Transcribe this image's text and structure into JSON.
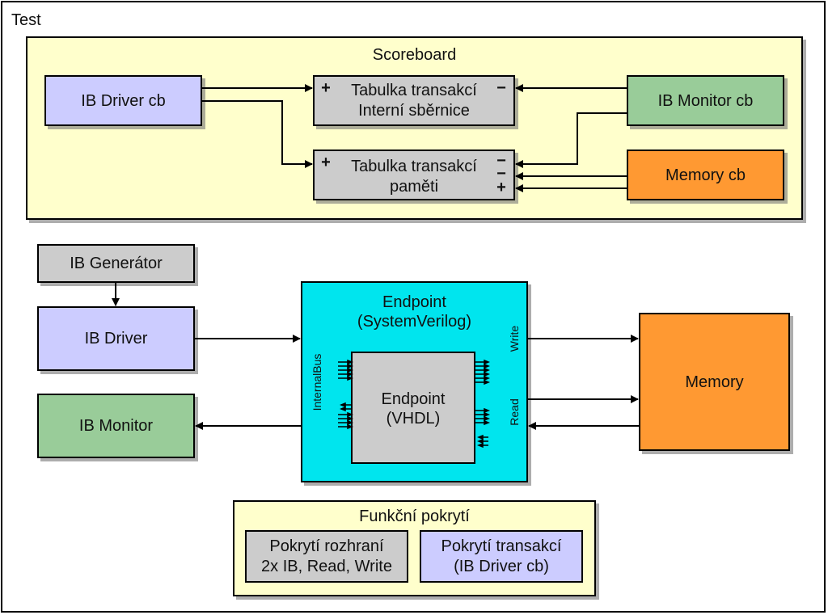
{
  "test_frame": {
    "label": "Test"
  },
  "scoreboard": {
    "title": "Scoreboard",
    "ib_driver_cb": "IB Driver cb",
    "table_bus": {
      "line1": "Tabulka transakcí",
      "line2": "Interní sběrnice",
      "plus": "+",
      "minus": "−"
    },
    "table_memory": {
      "line1": "Tabulka transakcí",
      "line2": "paměti",
      "plus_left": "+",
      "minus1": "−",
      "minus2": "−",
      "plus_right": "+"
    },
    "ib_monitor_cb": "IB Monitor cb",
    "memory_cb": "Memory cb"
  },
  "ib_generator": "IB Generátor",
  "ib_driver": "IB Driver",
  "ib_monitor": "IB Monitor",
  "endpoint_sv": {
    "line1": "Endpoint",
    "line2": "(SystemVerilog)",
    "port_internalbus": "InternalBus",
    "port_write": "Write",
    "port_read": "Read"
  },
  "endpoint_vhdl": {
    "line1": "Endpoint",
    "line2": "(VHDL)"
  },
  "memory": "Memory",
  "coverage": {
    "title": "Funkční pokrytí",
    "interface": {
      "line1": "Pokrytí rozhraní",
      "line2": "2x IB, Read, Write"
    },
    "transactions": {
      "line1": "Pokrytí transakcí",
      "line2": "(IB Driver cb)"
    }
  },
  "colors": {
    "frame_fill": "#ffffcc",
    "driver_fill": "#ccccff",
    "monitor_fill": "#99cc99",
    "memory_fill": "#ff9933",
    "gray_fill": "#cccccc",
    "endpoint_fill": "#00e5ee"
  }
}
